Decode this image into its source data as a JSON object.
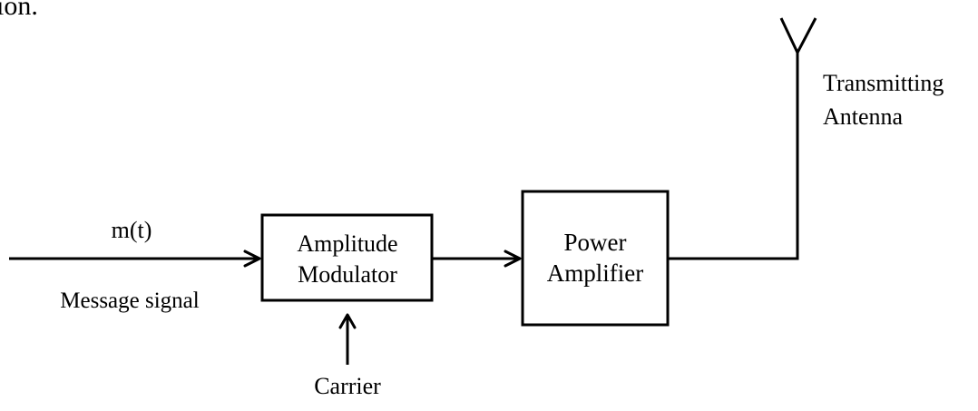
{
  "header_fragment": "ion.",
  "input": {
    "signal_symbol": "m(t)",
    "signal_name": "Message signal"
  },
  "modulator": {
    "line1": "Amplitude",
    "line2": "Modulator"
  },
  "carrier": {
    "label": "Carrier"
  },
  "amplifier": {
    "line1": "Power",
    "line2": "Amplifier"
  },
  "antenna": {
    "line1": "Transmitting",
    "line2": "Antenna"
  }
}
